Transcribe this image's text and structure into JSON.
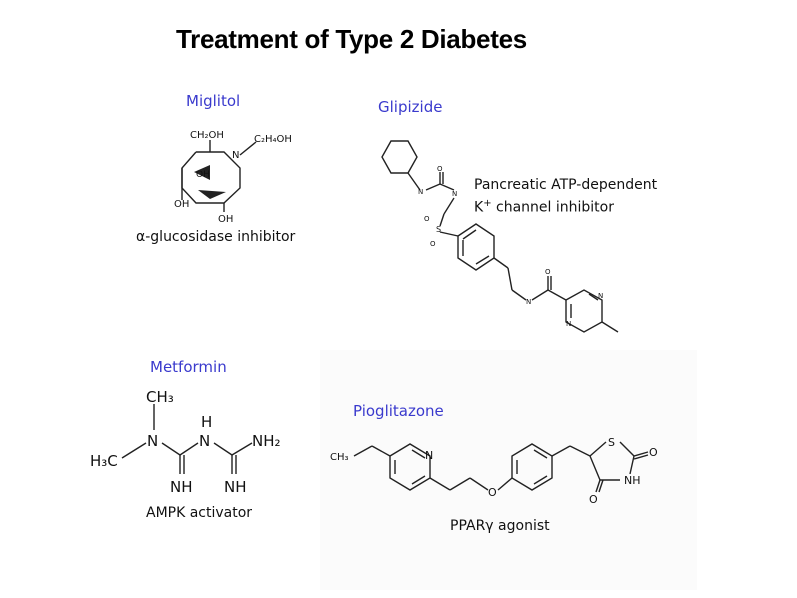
{
  "title": "Treatment of Type 2 Diabetes",
  "drugs": {
    "miglitol": {
      "name": "Miglitol",
      "caption_symbol": "α",
      "caption": "-glucosidase inhibitor",
      "atoms": {
        "ch2oh": "CH₂OH",
        "c2h4oh": "C₂H₄OH",
        "n": "N",
        "oh1": "OH",
        "oh2": "OH",
        "oh3": "OH"
      }
    },
    "glipizide": {
      "name": "Glipizide",
      "caption_line1": "Pancreatic ATP-dependent",
      "caption_line2_k": "K",
      "caption_line2_sup": "+",
      "caption_line2_rest": " channel inhibitor",
      "atoms": {
        "nh1": "N",
        "o1": "O",
        "nh2": "N",
        "o2": "O",
        "s": "S",
        "o3": "O",
        "nh3": "N",
        "o4": "O",
        "n1": "N",
        "n2": "N"
      }
    },
    "metformin": {
      "name": "Metformin",
      "caption": "AMPK activator",
      "atoms": {
        "ch3_top": "CH₃",
        "h": "H",
        "n1": "N",
        "n2": "N",
        "nh2": "NH₂",
        "h3c": "H₃C",
        "nh_a": "NH",
        "nh_b": "NH"
      }
    },
    "pioglitazone": {
      "name": "Pioglitazone",
      "caption_main": "PPAR",
      "caption_symbol": "γ",
      "caption_rest": " agonist",
      "atoms": {
        "ch3": "CH₃",
        "n": "N",
        "o": "O",
        "s": "S",
        "o_top": "O",
        "nh": "NH",
        "o_bot": "O"
      }
    }
  },
  "colors": {
    "drug_name": "#3a3acd",
    "text": "#111111"
  }
}
